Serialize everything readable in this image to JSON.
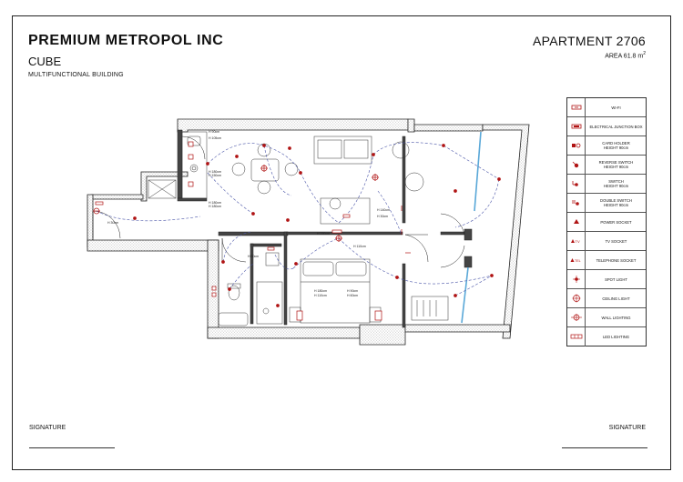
{
  "header": {
    "company": "PREMIUM METROPOL INC",
    "project": "CUBE",
    "subtitle": "MULTIFUNCTIONAL BUILDING",
    "apartment": "APARTMENT 2706",
    "area_text": "AREA 61.8 m",
    "area_sup": "2"
  },
  "footer": {
    "signature_left": "SIGNATURE",
    "signature_right": "SIGNATURE"
  },
  "legend": [
    {
      "icon": "wifi-icon",
      "label": "WI-FI"
    },
    {
      "icon": "junction-box-icon",
      "label": "ELECTRICAL JUNCTION BOX"
    },
    {
      "icon": "card-holder-icon",
      "label": "CARD HOLDER\nHEIGHT 90cm"
    },
    {
      "icon": "reverse-switch-icon",
      "label": "REVERSE SWITCH\nHEIGHT 90cm"
    },
    {
      "icon": "switch-icon",
      "label": "SWITCH\nHEIGHT 90cm"
    },
    {
      "icon": "double-switch-icon",
      "label": "DOUBLE SWITCH\nHEIGHT 90cm"
    },
    {
      "icon": "power-socket-icon",
      "label": "POWER SOCKET"
    },
    {
      "icon": "tv-socket-icon",
      "label": "TV SOCKET"
    },
    {
      "icon": "telephone-socket-icon",
      "label": "TELEPHONE SOCKET"
    },
    {
      "icon": "spot-light-icon",
      "label": "SPOT LIGHT"
    },
    {
      "icon": "ceiling-light-icon",
      "label": "CEILING LIGHT"
    },
    {
      "icon": "wall-lighting-icon",
      "label": "WALL LIGHTING"
    },
    {
      "icon": "led-lighting-icon",
      "label": "LED LIGHTING"
    }
  ],
  "legend_symbols": {
    "tv": "TV",
    "tel": "TEL"
  },
  "plan_labels": {
    "dims": [
      "H 105cm",
      "H 180cm",
      "H 150cm",
      "H 180cm",
      "H 180cm",
      "H 30cm",
      "H 30cm",
      "H 110cm",
      "H 140cm",
      "H 30cm",
      "H 180cm",
      "H 110cm",
      "H 90cm",
      "H 60cm",
      "H 150cm",
      "H 90cm"
    ]
  },
  "colors": {
    "accent": "#b01313",
    "wiring": "#4a55a8",
    "glass": "#5aa8d8"
  }
}
